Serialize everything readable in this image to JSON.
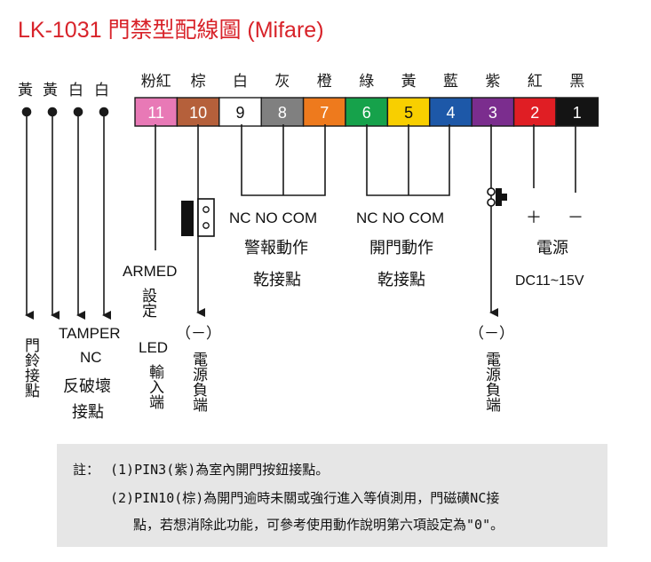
{
  "title": "LK-1031 門禁型配線圖 (Mifare)",
  "colors": {
    "title": "#d8232a",
    "line": "#1a1a1a",
    "note_bg": "#e6e6e6"
  },
  "left_wires": {
    "colors": [
      "黃",
      "黃",
      "白",
      "白"
    ]
  },
  "pins": [
    {
      "color_name": "粉紅",
      "number": "11",
      "fill": "#e879b6",
      "text": "#ffffff"
    },
    {
      "color_name": "棕",
      "number": "10",
      "fill": "#b5603b",
      "text": "#ffffff"
    },
    {
      "color_name": "白",
      "number": "9",
      "fill": "#ffffff",
      "text": "#111111"
    },
    {
      "color_name": "灰",
      "number": "8",
      "fill": "#808080",
      "text": "#ffffff"
    },
    {
      "color_name": "橙",
      "number": "7",
      "fill": "#ee7a1d",
      "text": "#ffffff"
    },
    {
      "color_name": "綠",
      "number": "6",
      "fill": "#16a24b",
      "text": "#ffffff"
    },
    {
      "color_name": "黃",
      "number": "5",
      "fill": "#f8cf00",
      "text": "#111111"
    },
    {
      "color_name": "藍",
      "number": "4",
      "fill": "#1d58a8",
      "text": "#ffffff"
    },
    {
      "color_name": "紫",
      "number": "3",
      "fill": "#7b2d8e",
      "text": "#ffffff"
    },
    {
      "color_name": "紅",
      "number": "2",
      "fill": "#e01e24",
      "text": "#ffffff"
    },
    {
      "color_name": "黑",
      "number": "1",
      "fill": "#141414",
      "text": "#ffffff"
    }
  ],
  "labels": {
    "door_bell": "門鈴接點",
    "tamper": "TAMPER",
    "nc": "NC",
    "anti_tamper": "反破壞",
    "tamper_contact": "接點",
    "armed": "ARMED",
    "set": "設定",
    "led": "LED",
    "input": "輸入端",
    "neg_a": "（－）",
    "power_neg_a": "電源負端",
    "alarm_contacts": "NC NO COM",
    "alarm_action": "警報動作",
    "alarm_dry": "乾接點",
    "door_contacts": "NC NO COM",
    "door_action": "開門動作",
    "door_dry": "乾接點",
    "plus": "＋",
    "minus": "－",
    "power": "電源",
    "voltage": "DC11~15V",
    "neg_b": "（－）",
    "power_neg_b": "電源負端"
  },
  "note": {
    "label": "註：",
    "line1": "(1)PIN3(紫)為室內開門按鈕接點。",
    "line2": "(2)PIN10(棕)為開門逾時未關或強行進入等偵測用，門磁磺NC接",
    "line3": "點，若想消除此功能，可參考使用動作說明第六項設定為\"0\"。"
  }
}
